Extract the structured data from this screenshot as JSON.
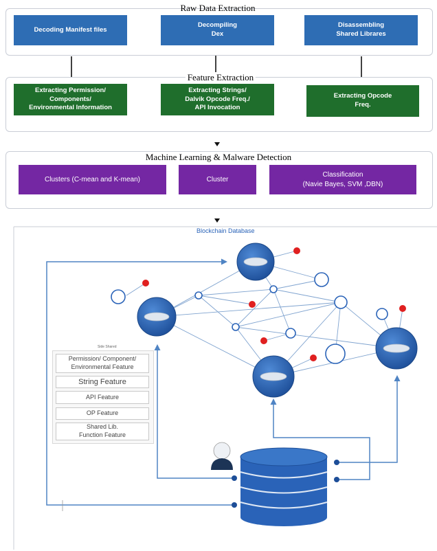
{
  "raw_extraction": {
    "title": "Raw Data Extraction",
    "boxes": [
      {
        "lines": [
          "Decoding Manifest files"
        ]
      },
      {
        "lines": [
          "Decompiling",
          "Dex"
        ]
      },
      {
        "lines": [
          "Disassembling",
          "Shared Librares"
        ]
      }
    ]
  },
  "feature_extraction": {
    "title": "Feature Extraction",
    "boxes": [
      {
        "lines": [
          "Extracting Permission/",
          "Components/",
          "Environmental Information"
        ]
      },
      {
        "lines": [
          "Extracting Strings/",
          "Dalvik Opcode Freq./",
          "API Invocation"
        ]
      },
      {
        "lines": [
          "Extracting Opcode",
          "Freq."
        ]
      }
    ]
  },
  "ml_detection": {
    "title": "Machine Learning & Malware Detection",
    "boxes": [
      {
        "lines": [
          "Clusters (C-mean and K-mean)"
        ]
      },
      {
        "lines": [
          "Cluster"
        ]
      },
      {
        "lines": [
          "Classification",
          "(Navie Bayes, SVM ,DBN)"
        ]
      }
    ]
  },
  "blockchain": {
    "title": "Blockchain  Database",
    "legend_caption": "Side Shared",
    "features": [
      {
        "lines": [
          "Permission/ Component/",
          "Environmental Feature"
        ]
      },
      {
        "lines": [
          "String Feature"
        ]
      },
      {
        "lines": [
          "API Feature"
        ]
      },
      {
        "lines": [
          "OP Feature"
        ]
      },
      {
        "lines": [
          "Shared Lib.",
          "Function Feature"
        ]
      }
    ]
  },
  "colors": {
    "blue_box": "#2e6db4",
    "green_box": "#1f6e2c",
    "purple_box": "#7427a3",
    "node_blue": "#2a63b8",
    "node_red": "#e02020",
    "line": "#4f84c4"
  }
}
